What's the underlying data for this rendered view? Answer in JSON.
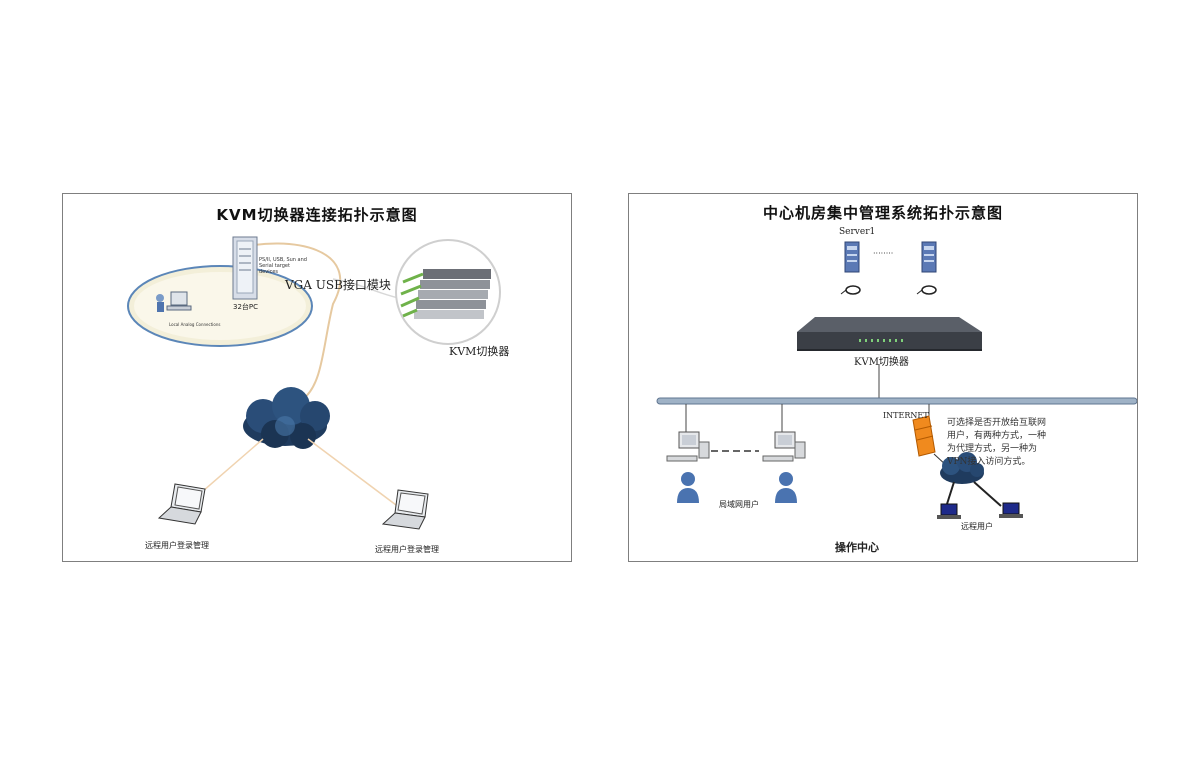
{
  "left": {
    "title": "KVM切换器连接拓扑示意图",
    "server_label": "32台PC",
    "server_tag": "PS/II, USB, Sun and Serial target devices",
    "local_conn": "Local Analog Connections",
    "module_label": "VGA USB接口模块",
    "kvm_label": "KVM切换器",
    "remote_user_1": "远程用户登录管理",
    "remote_user_2": "远程用户登录管理"
  },
  "right": {
    "title": "中心机房集中管理系统拓扑示意图",
    "server_label": "Server1",
    "dots": "········",
    "kvm_label": "KVM切换器",
    "internet_label": "INTERNET",
    "note": "可选择是否开放给互联网用户，有两种方式，一种为代理方式，另一种为VPN接入访问方式。",
    "lan_users": "局域网用户",
    "remote_users": "远程用户",
    "ops_center": "操作中心"
  },
  "colors": {
    "border": "#7f7f7f",
    "cloud": "#1f3b5e",
    "bus": "#9fb2c6",
    "firewall": "#f08a1e",
    "server": "#5b79b5"
  }
}
